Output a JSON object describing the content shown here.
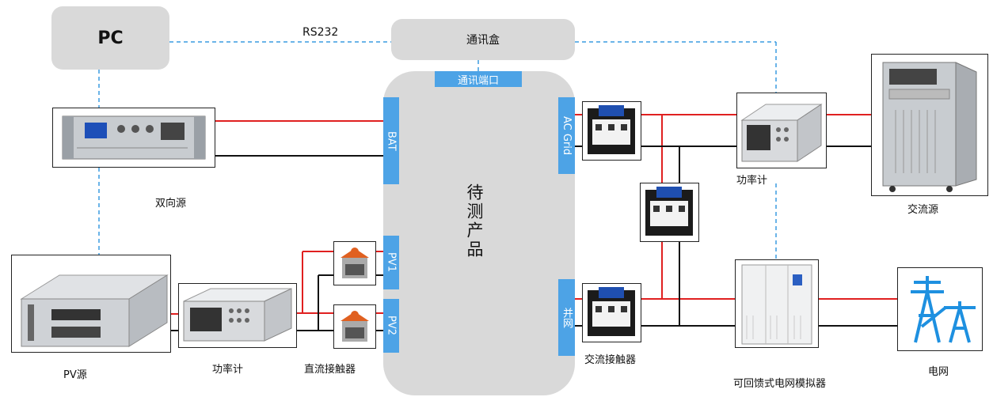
{
  "nodes": {
    "pc": "PC",
    "comm_box": "通讯盒",
    "comm_port": "通讯端口",
    "dut": "待测产品",
    "bat": "BAT",
    "pv1": "PV1",
    "pv2": "PV2",
    "ac_grid": "AC Grid",
    "grid_tie": "并网"
  },
  "links": {
    "rs232": "RS232"
  },
  "equipment": {
    "bidirectional_source": "双向源",
    "pv_source": "PV源",
    "power_meter_dc": "功率计",
    "dc_contactor": "直流接触器",
    "ac_contactor": "交流接触器",
    "power_meter_ac": "功率计",
    "ac_source": "交流源",
    "grid_simulator": "可回馈式电网模拟器",
    "grid": "电网"
  },
  "colors": {
    "port_blue": "#4da3e6",
    "wire_red": "#e02020",
    "wire_black": "#111111",
    "comm_dashed": "#3a9be0",
    "box_gray": "#d9d9d9"
  }
}
